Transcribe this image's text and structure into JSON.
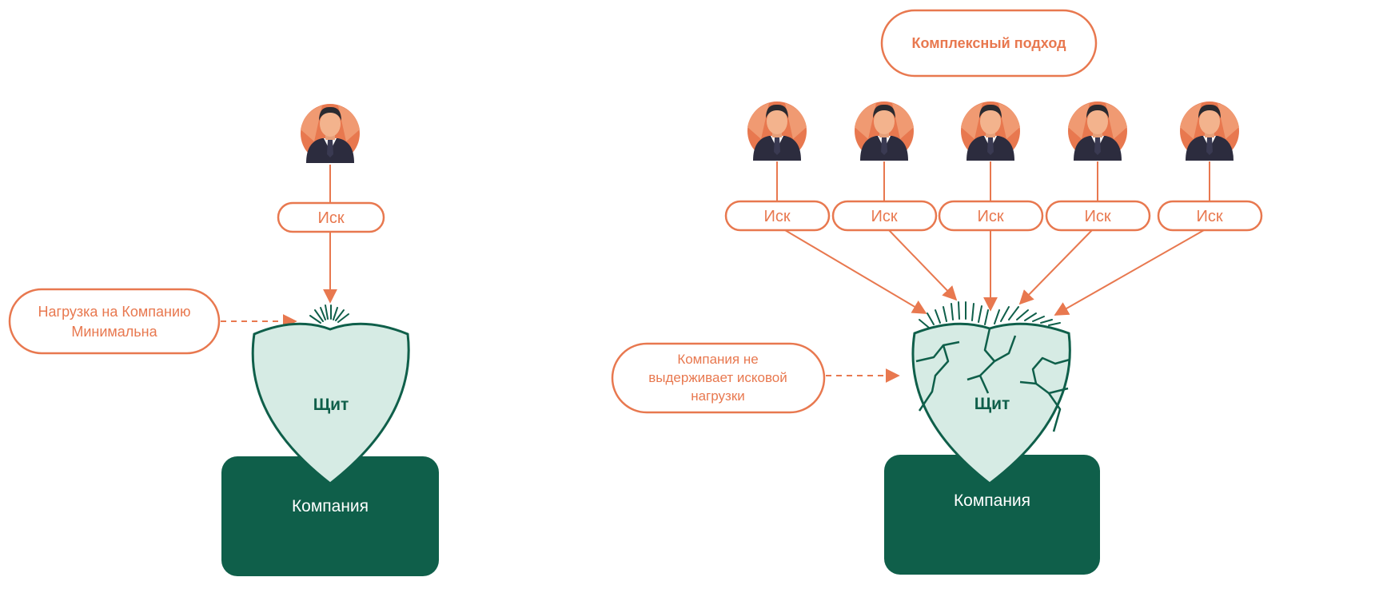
{
  "left": {
    "claim_label": "Иск",
    "note_line1": "Нагрузка на Компанию",
    "note_line2": "Минимальна",
    "shield_label": "Щит",
    "company_label": "Компания"
  },
  "right": {
    "approach_label": "Комплексный подход",
    "claims": [
      "Иск",
      "Иск",
      "Иск",
      "Иск",
      "Иск"
    ],
    "note_line1": "Компания не",
    "note_line2": "выдерживает исковой",
    "note_line3": "нагрузки",
    "shield_label": "Щит",
    "company_label": "Компания"
  },
  "colors": {
    "accent": "#e8784f",
    "shield_fill": "#d6ebe4",
    "shield_stroke": "#0f5f4a",
    "company_fill": "#0f5f4a",
    "suit": "#2c2c3e",
    "skin": "#f3b38d"
  },
  "icons": {
    "person": "person-avatar-icon",
    "crack": "crack-burst-icon"
  }
}
